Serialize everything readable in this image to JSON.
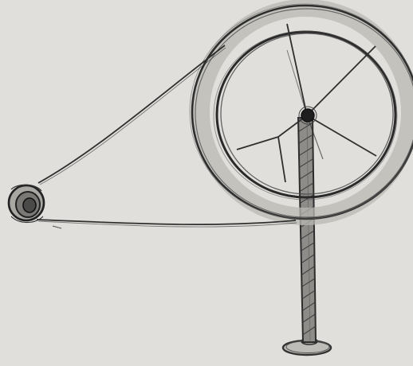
{
  "drawing": {
    "medium": "pencil",
    "subject_parts": [
      "large-wheel",
      "wheel-spokes",
      "axle-hub",
      "support-stand",
      "stand-base",
      "small-pulley",
      "drive-belt"
    ]
  },
  "colors": {
    "paper": "#e4e3df",
    "pencil_dark": "#2a2a2a",
    "pencil_mid": "#4a4a4a",
    "pencil_light": "#7a7a78",
    "rim_shade": "#b9b8b3"
  }
}
